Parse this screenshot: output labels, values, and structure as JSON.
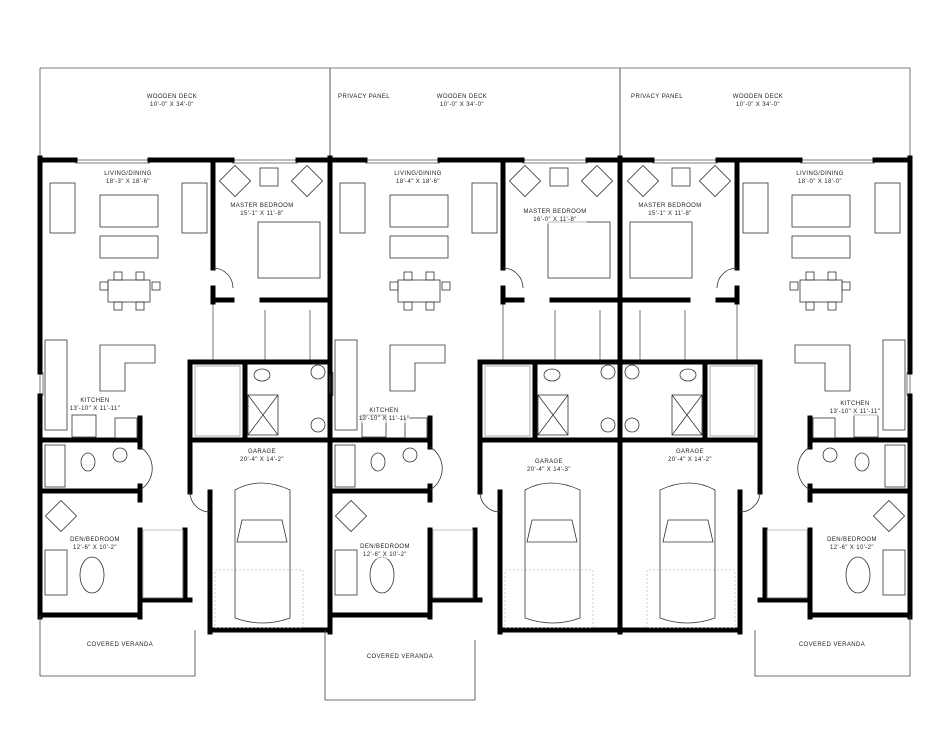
{
  "units": [
    {
      "deck": {
        "name": "Wooden Deck",
        "size": "10'-0\" x 34'-0\""
      },
      "living": {
        "name": "Living/Dining",
        "size": "18'-3\" x 18'-6\""
      },
      "master": {
        "name": "Master Bedroom",
        "size": "15'-1\" x 11'-8\""
      },
      "kitchen": {
        "name": "Kitchen",
        "size": "13'-10\" x 11'-11\""
      },
      "garage": {
        "name": "Garage",
        "size": "20'-4\" x 14'-2\""
      },
      "den": {
        "name": "Den/Bedroom",
        "size": "12'-6\" x 10'-2\""
      },
      "veranda": {
        "name": "Covered Veranda"
      }
    },
    {
      "privacy_panel": "Privacy Panel",
      "deck": {
        "name": "Wooden Deck",
        "size": "10'-0\" x 34'-0\""
      },
      "living": {
        "name": "Living/Dining",
        "size": "18'-4\" x 18'-6\""
      },
      "master": {
        "name": "Master Bedroom",
        "size": "16'-0\" x 11'-8\""
      },
      "kitchen": {
        "name": "Kitchen",
        "size": "13'-10\" x 11'-11\""
      },
      "garage": {
        "name": "Garage",
        "size": "20'-4\" x 14'-3\""
      },
      "den": {
        "name": "Den/Bedroom",
        "size": "12'-6\" x 10'-2\""
      },
      "veranda": {
        "name": "Covered Veranda"
      }
    },
    {
      "privacy_panel": "Privacy Panel",
      "deck": {
        "name": "Wooden Deck",
        "size": "10'-0\" x 34'-0\""
      },
      "living": {
        "name": "Living/Dining",
        "size": "18'-0\" x 18'-0\""
      },
      "master": {
        "name": "Master Bedroom",
        "size": "15'-1\" x 11'-8\""
      },
      "kitchen": {
        "name": "Kitchen",
        "size": "13'-10\" x 11'-11\""
      },
      "garage": {
        "name": "Garage",
        "size": "20'-4\" x 14'-2\""
      },
      "den": {
        "name": "Den/Bedroom",
        "size": "12'-6\" x 10'-2\""
      },
      "veranda": {
        "name": "Covered Veranda"
      }
    }
  ]
}
